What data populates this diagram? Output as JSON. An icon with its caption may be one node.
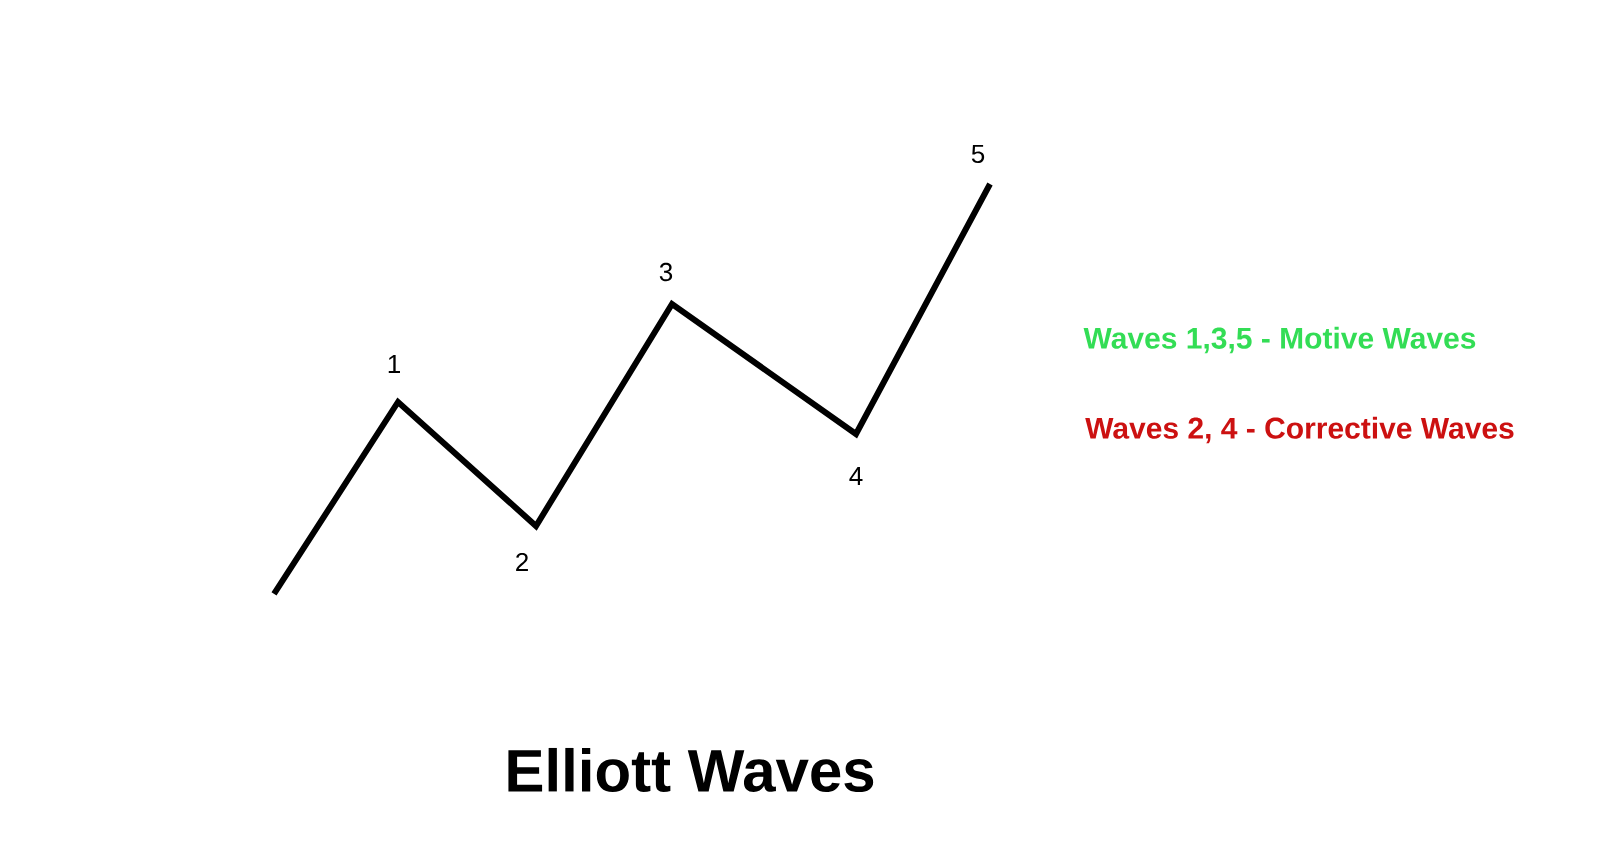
{
  "diagram": {
    "title": "Elliott Waves",
    "labels": [
      "5",
      "3",
      "Waves 1,3,5 - Motive Waves",
      "1",
      "Waves 2, 4 - Corrective Waves",
      "4",
      "2"
    ]
  }
}
